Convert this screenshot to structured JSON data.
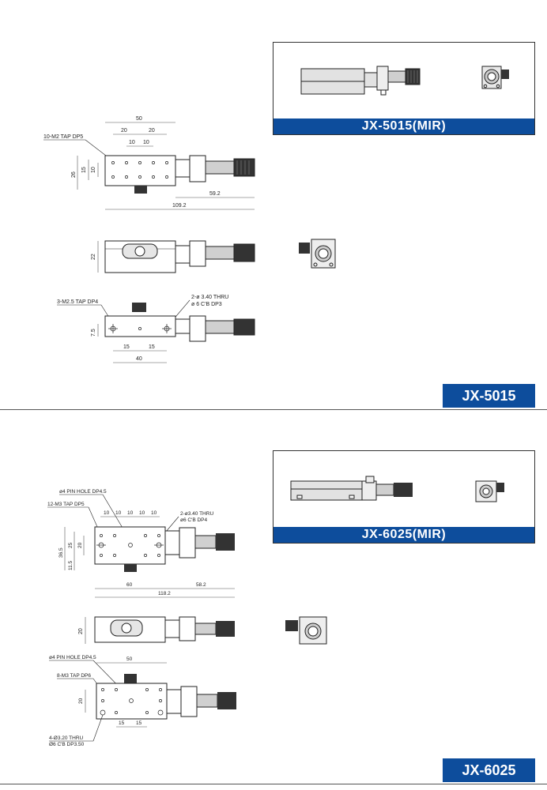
{
  "sections": [
    {
      "model": "JX-5015",
      "mir_label": "JX-5015(MIR)",
      "top_view": {
        "tap_note": "10-M2 TAP DP5",
        "dim_overall_width": "50",
        "dim_pitch_20a": "20",
        "dim_pitch_20b": "20",
        "dim_pitch_10a": "10",
        "dim_pitch_10b": "10",
        "dim_height": "26",
        "dim_15": "15",
        "dim_10": "10",
        "dim_59_2": "59.2",
        "dim_109_2": "109.2"
      },
      "side_view": {
        "dim_height": "22"
      },
      "bottom_view": {
        "tap_note": "3-M2.5 TAP DP4",
        "thru_note_1": "2-ø 3.40 THRU",
        "thru_note_2": "ø 6 C'B DP3",
        "dim_7_5": "7.5",
        "dim_15a": "15",
        "dim_15b": "15",
        "dim_40": "40"
      }
    },
    {
      "model": "JX-6025",
      "mir_label": "JX-6025(MIR)",
      "top_view": {
        "pin_note": "ø4 PIN HOLE DP4.5",
        "tap_note": "12-M3 TAP DP5",
        "thru_note_1": "2-ø3.40 THRU",
        "thru_note_2": "ø6 C'B DP4",
        "dim_10a": "10",
        "dim_10b": "10",
        "dim_10c": "10",
        "dim_10d": "10",
        "dim_10e": "10",
        "dim_36_5": "36.5",
        "dim_25": "25",
        "dim_20": "20",
        "dim_11_5": "11.5",
        "dim_60": "60",
        "dim_58_2": "58.2",
        "dim_118_2": "118.2"
      },
      "side_view": {
        "dim_height": "20"
      },
      "bottom_view": {
        "pin_note": "ø4 PIN HOLE DP4.5",
        "dim_50": "50",
        "tap_note": "8-M3 TAP DP6",
        "dim_20": "20",
        "dim_15a": "15",
        "dim_15b": "15",
        "thru_note_1": "4-Ø3.20 THRU",
        "thru_note_2": "Ø6 C'B DP3.50"
      }
    }
  ],
  "colors": {
    "brand_blue": "#0d4d9c",
    "line": "#222222",
    "dim_line": "#555555",
    "part_gray": "#d8d8d8"
  }
}
